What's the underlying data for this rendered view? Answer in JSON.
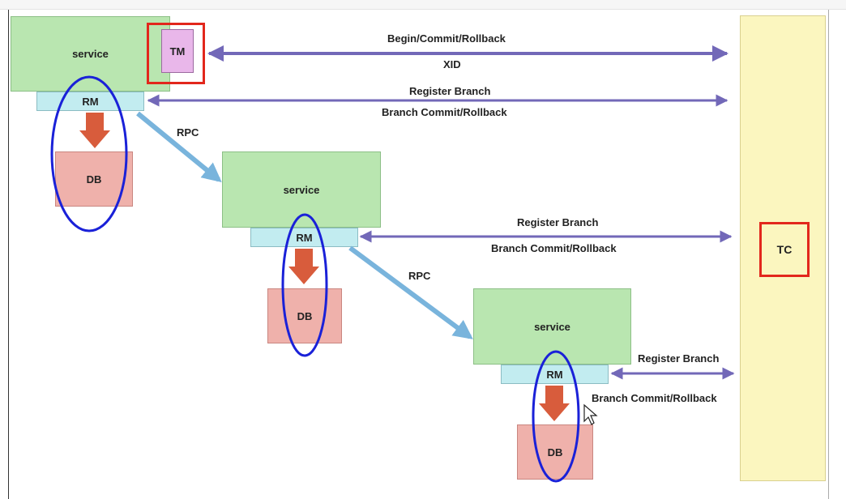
{
  "diagram": {
    "service_label": "service",
    "rm_label": "RM",
    "db_label": "DB",
    "tm_label": "TM",
    "tc_label": "TC",
    "rpc_label": "RPC",
    "arrows": {
      "begin_commit_rollback": "Begin/Commit/Rollback",
      "xid": "XID",
      "register_branch": "Register Branch",
      "branch_commit_rollback": "Branch Commit/Rollback"
    }
  },
  "colors": {
    "service": "#b9e6b0",
    "rm": "#c2ecf0",
    "db": "#efb1ab",
    "tm": "#e9b7ea",
    "tc": "#fbf6bf",
    "highlight_red": "#e2271c",
    "ellipse_blue": "#1a21d8",
    "arrow_purple": "#7268b8",
    "rpc_arrow": "#79b4dc",
    "db_arrow": "#d85c3c"
  }
}
